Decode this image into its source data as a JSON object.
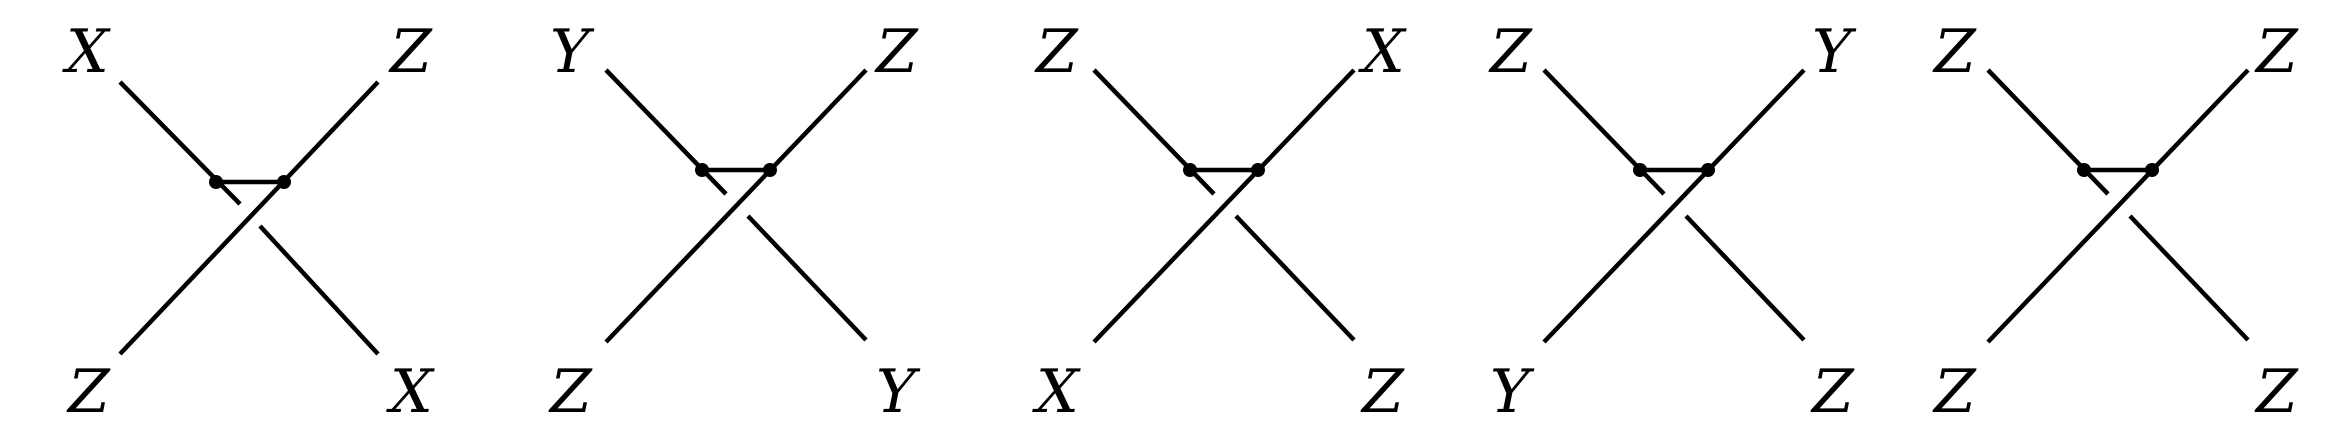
{
  "diagrams": [
    {
      "labels": {
        "top_left": "X",
        "top_right": "Z",
        "bottom_left": "Z",
        "bottom_right": "X"
      }
    },
    {
      "labels": {
        "top_left": "Y",
        "top_right": "Z",
        "bottom_left": "Z",
        "bottom_right": "Y"
      }
    },
    {
      "labels": {
        "top_left": "Z",
        "top_right": "X",
        "bottom_left": "X",
        "bottom_right": "Z"
      }
    },
    {
      "labels": {
        "top_left": "Z",
        "top_right": "Y",
        "bottom_left": "Y",
        "bottom_right": "Z"
      }
    },
    {
      "labels": {
        "top_left": "Z",
        "top_right": "Z",
        "bottom_left": "Z",
        "bottom_right": "Z"
      }
    }
  ]
}
